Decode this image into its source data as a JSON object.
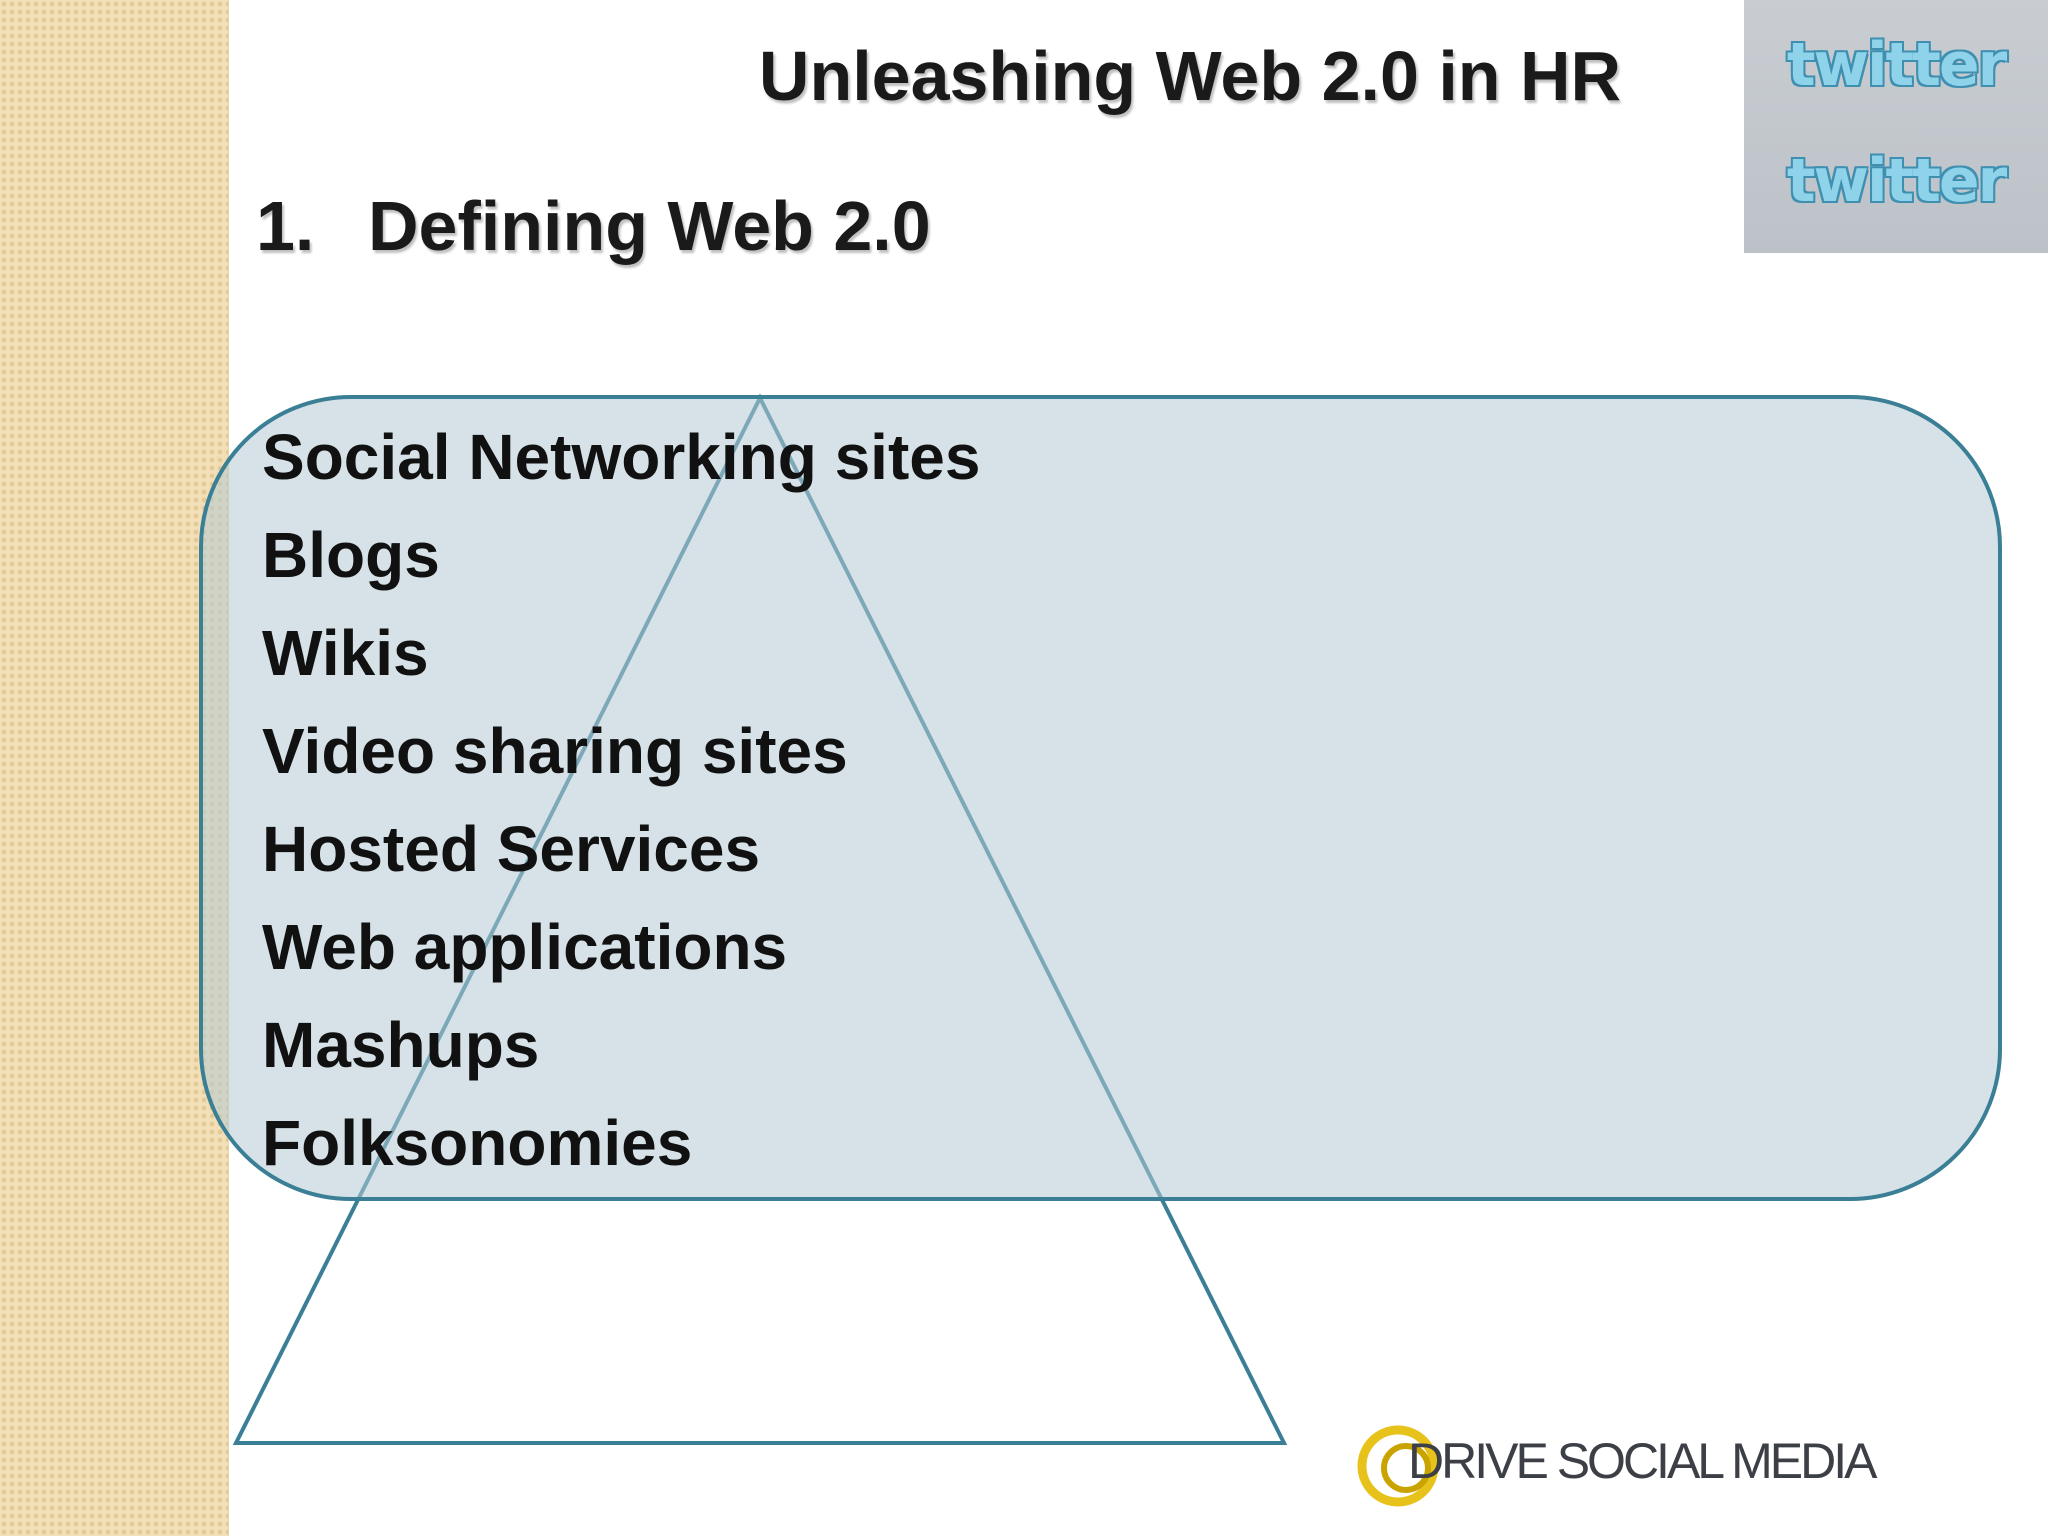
{
  "slide": {
    "title": "Unleashing Web 2.0 in HR",
    "section_number": "1.",
    "section_title": "Defining Web 2.0"
  },
  "items": [
    "Social Networking sites",
    "Blogs",
    "Wikis",
    "Video sharing sites",
    "Hosted Services",
    "Web applications",
    "Mashups",
    "Folksonomies"
  ],
  "twitter_logos": {
    "logo_text": "twitter"
  },
  "brand": {
    "name": "DRIVE SOCIAL MEDIA"
  },
  "colors": {
    "background_strip": "#f2dfb7",
    "outline": "#3a7f95",
    "box_fill": "#c8d8df",
    "text": "#111111",
    "brand_swirl": "#d9b500"
  }
}
